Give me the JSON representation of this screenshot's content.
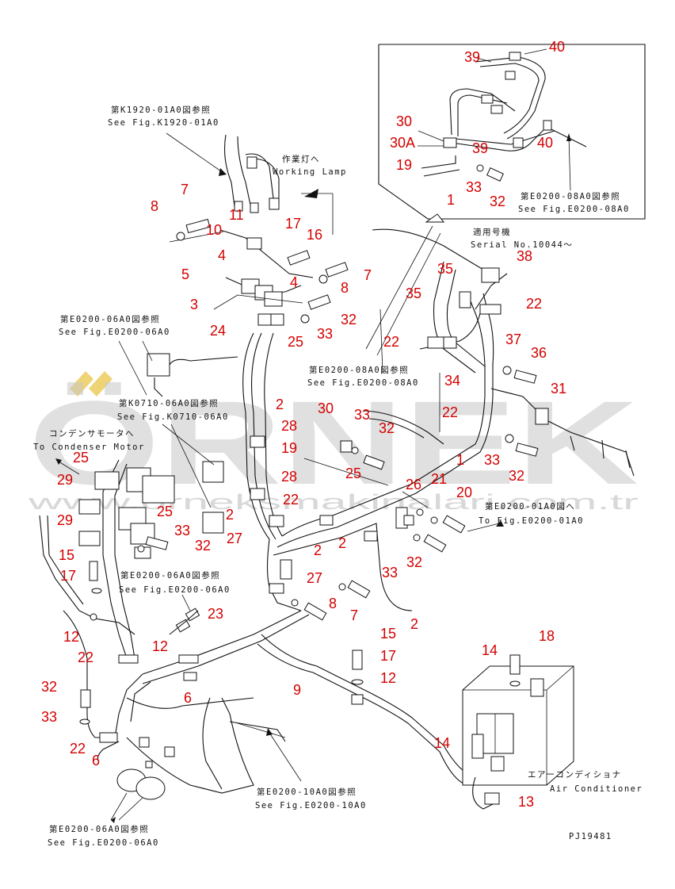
{
  "watermark": {
    "brand": "ÖRNEK",
    "url": "www.orneksmakinalari.com.tr",
    "accent_color": "#e8c23a"
  },
  "references": [
    {
      "jp": "第K1920-01A0図参照",
      "en": "See Fig.K1920-01A0"
    },
    {
      "jp": "作業灯へ",
      "en": "Working Lamp"
    },
    {
      "jp": "適用号機",
      "en": "Serial No.10044～"
    },
    {
      "jp": "第E0200-08A0図参照",
      "en": "See Fig.E0200-08A0"
    },
    {
      "jp": "第E0200-06A0図参照",
      "en": "See Fig.E0200-06A0"
    },
    {
      "jp": "第E0200-08A0図参照",
      "en": "See Fig.E0200-08A0"
    },
    {
      "jp": "第K0710-06A0図参照",
      "en": "See Fig.K0710-06A0"
    },
    {
      "jp": "コンデンサモータへ",
      "en": "To Condenser Motor"
    },
    {
      "jp": "第E0200-01A0図へ",
      "en": "To Fig.E0200-01A0"
    },
    {
      "jp": "第E0200-06A0図参照",
      "en": "See Fig.E0200-06A0"
    },
    {
      "jp": "エアーコンディショナ",
      "en": "Air Conditioner"
    },
    {
      "jp": "第E0200-10A0図参照",
      "en": "See Fig.E0200-10A0"
    },
    {
      "jp": "第E0200-06A0図参照",
      "en": "See Fig.E0200-06A0"
    }
  ],
  "drawing_code": "PJ19481",
  "callouts": [
    "40",
    "39",
    "30",
    "30A",
    "39",
    "40",
    "19",
    "33",
    "1",
    "32",
    "7",
    "8",
    "10",
    "11",
    "17",
    "16",
    "4",
    "5",
    "7",
    "8",
    "3",
    "4",
    "24",
    "25",
    "32",
    "33",
    "38",
    "35",
    "22",
    "35",
    "22",
    "37",
    "36",
    "34",
    "31",
    "30",
    "33",
    "32",
    "22",
    "25",
    "1",
    "33",
    "32",
    "2",
    "28",
    "19",
    "28",
    "25",
    "29",
    "22",
    "2",
    "29",
    "25",
    "15",
    "27",
    "26",
    "21",
    "20",
    "2",
    "2",
    "33",
    "32",
    "17",
    "27",
    "33",
    "32",
    "8",
    "7",
    "12",
    "23",
    "2",
    "22",
    "12",
    "15",
    "17",
    "6",
    "12",
    "9",
    "18",
    "14",
    "32",
    "33",
    "22",
    "14",
    "6",
    "13"
  ]
}
